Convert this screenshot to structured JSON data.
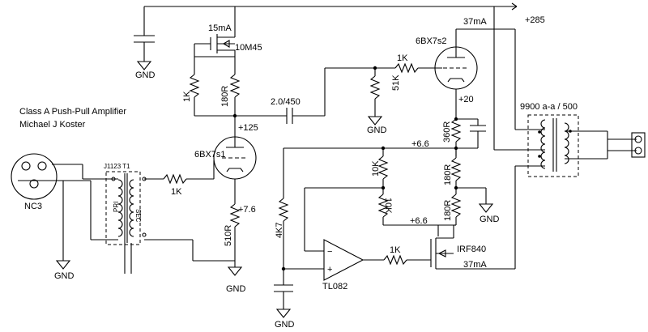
{
  "title": {
    "line1": "Class A Push-Pull Amplifier",
    "line2": "Michael J Koster"
  },
  "labels": {
    "gnd": "GND",
    "r1k": "1K",
    "r180r": "180R",
    "r51k": "51K",
    "r360r": "360R",
    "r10k": "10K",
    "r510r": "510R",
    "r4k7": "4K7",
    "cap_coupling": "2.0/450"
  },
  "parts": {
    "mosfet_top": "10M45",
    "tube_driver": "6BX7s1",
    "tube_output": "6BX7s2",
    "transformer_in": "J1123 T1",
    "output_xfmr": "9900 a-a / 500",
    "mosfet_bottom": "IRF840",
    "opamp": "TL082",
    "connector": "NC3"
  },
  "transformer_in": {
    "primary": "PRI",
    "secondary": "SEC"
  },
  "voltages": {
    "supply": "+285",
    "v125": "+125",
    "v76": "+7.6",
    "v20": "+20",
    "v66a": "+6.6",
    "v66b": "+6.6"
  },
  "currents": {
    "i15": "15mA",
    "i37top": "37mA",
    "i37bot": "37mA"
  },
  "opamp_pins": {
    "minus": "−",
    "plus": "+"
  }
}
